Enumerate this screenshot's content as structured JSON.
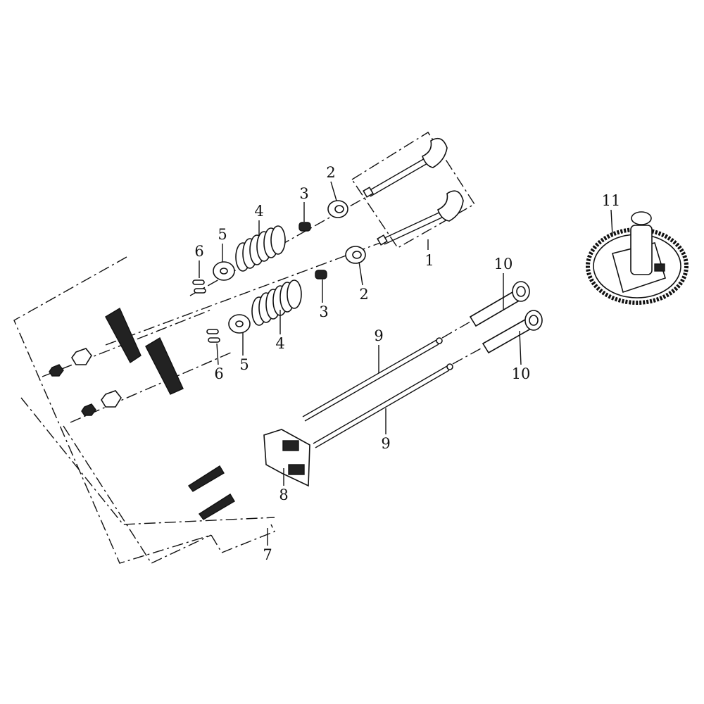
{
  "diagram": {
    "title": "Valve train exploded view",
    "callouts": [
      {
        "id": "c1",
        "text": "1"
      },
      {
        "id": "c2a",
        "text": "2"
      },
      {
        "id": "c2b",
        "text": "2"
      },
      {
        "id": "c3a",
        "text": "3"
      },
      {
        "id": "c3b",
        "text": "3"
      },
      {
        "id": "c4a",
        "text": "4"
      },
      {
        "id": "c4b",
        "text": "4"
      },
      {
        "id": "c5a",
        "text": "5"
      },
      {
        "id": "c5b",
        "text": "5"
      },
      {
        "id": "c6a",
        "text": "6"
      },
      {
        "id": "c6b",
        "text": "6"
      },
      {
        "id": "c7",
        "text": "7"
      },
      {
        "id": "c8",
        "text": "8"
      },
      {
        "id": "c9a",
        "text": "9"
      },
      {
        "id": "c9b",
        "text": "9"
      },
      {
        "id": "c10a",
        "text": "10"
      },
      {
        "id": "c10b",
        "text": "10"
      },
      {
        "id": "c11",
        "text": "11"
      }
    ]
  }
}
